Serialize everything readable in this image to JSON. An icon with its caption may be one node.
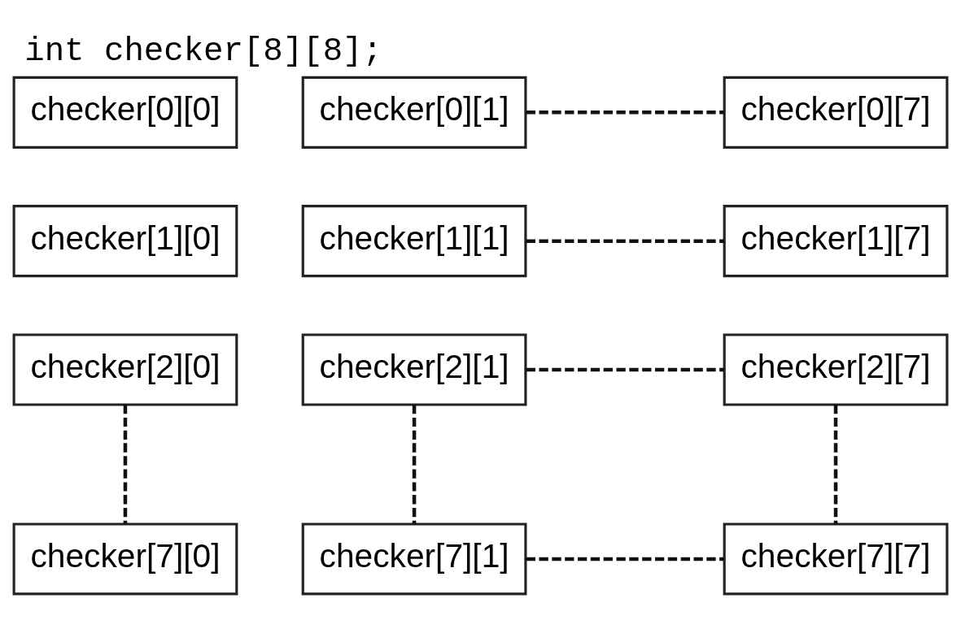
{
  "diagram": {
    "title": "int checker[8][8];",
    "nodes": [
      {
        "text": [
          "checker[0][0]"
        ]
      },
      {
        "text": [
          "checker[0][1]"
        ]
      },
      {
        "text": [
          "checker[0][7]"
        ]
      },
      {
        "text": [
          "checker[1][0]"
        ]
      },
      {
        "text": [
          "checker[1][1]"
        ]
      },
      {
        "text": [
          "checker[1][7]"
        ]
      },
      {
        "text": [
          "checker[2][0]"
        ]
      },
      {
        "text": [
          "checker[2][1]"
        ]
      },
      {
        "text": [
          "checker[2][7]"
        ]
      },
      {
        "text": [
          "checker[7][0]"
        ]
      },
      {
        "text": [
          "checker[7][1]"
        ]
      },
      {
        "text": [
          "checker[7][7]"
        ]
      }
    ],
    "edges": [
      {
        "from": 1,
        "to": 2,
        "arrow": "none",
        "style": "dashed"
      },
      {
        "from": 4,
        "to": 5,
        "arrow": "none",
        "style": "dashed"
      },
      {
        "from": 7,
        "to": 8,
        "arrow": "none",
        "style": "dashed"
      },
      {
        "from": 6,
        "to": 9,
        "arrow": "none",
        "style": "dashed"
      },
      {
        "from": 7,
        "to": 10,
        "arrow": "none",
        "style": "dashed"
      },
      {
        "from": 8,
        "to": 11,
        "arrow": "none",
        "style": "dashed"
      },
      {
        "from": 10,
        "to": 11,
        "arrow": "none",
        "style": "dashed"
      }
    ]
  }
}
